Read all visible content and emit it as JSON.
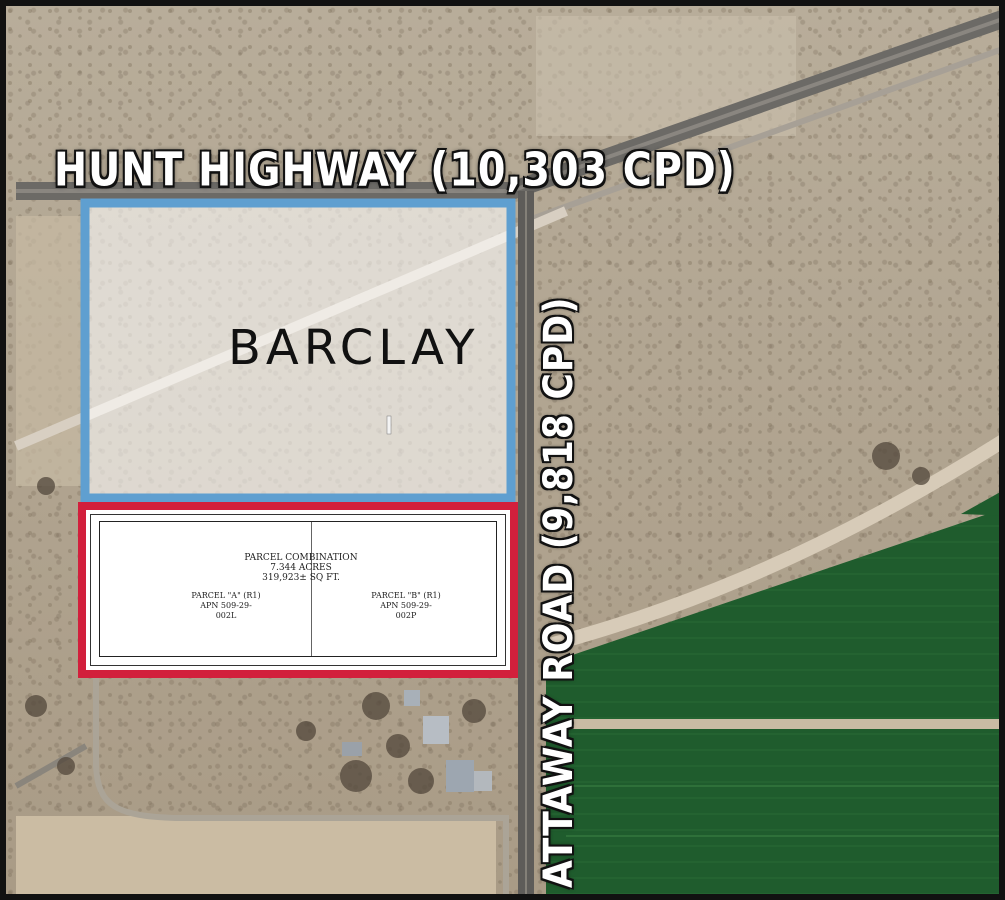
{
  "map": {
    "roads": {
      "north": "HUNT HIGHWAY (10,303 CPD)",
      "east": "ATTAWAY ROAD (9,818 CPD)"
    },
    "parcels": {
      "barclay": "BARCLAY",
      "combination": {
        "title": "PARCEL COMBINATION",
        "acres": "7.344 ACRES",
        "sqft": "319,923± SQ FT.",
        "parcel_a": "PARCEL \"A\" (R1)",
        "parcel_a_apn": "APN 509-29-002L",
        "parcel_b": "PARCEL \"B\" (R1)",
        "parcel_b_apn": "APN 509-29-002P"
      }
    },
    "colors": {
      "barclay_outline": "#5f9fd0",
      "site_outline": "#d21f3c",
      "farm_green": "#1d5a2c"
    }
  }
}
